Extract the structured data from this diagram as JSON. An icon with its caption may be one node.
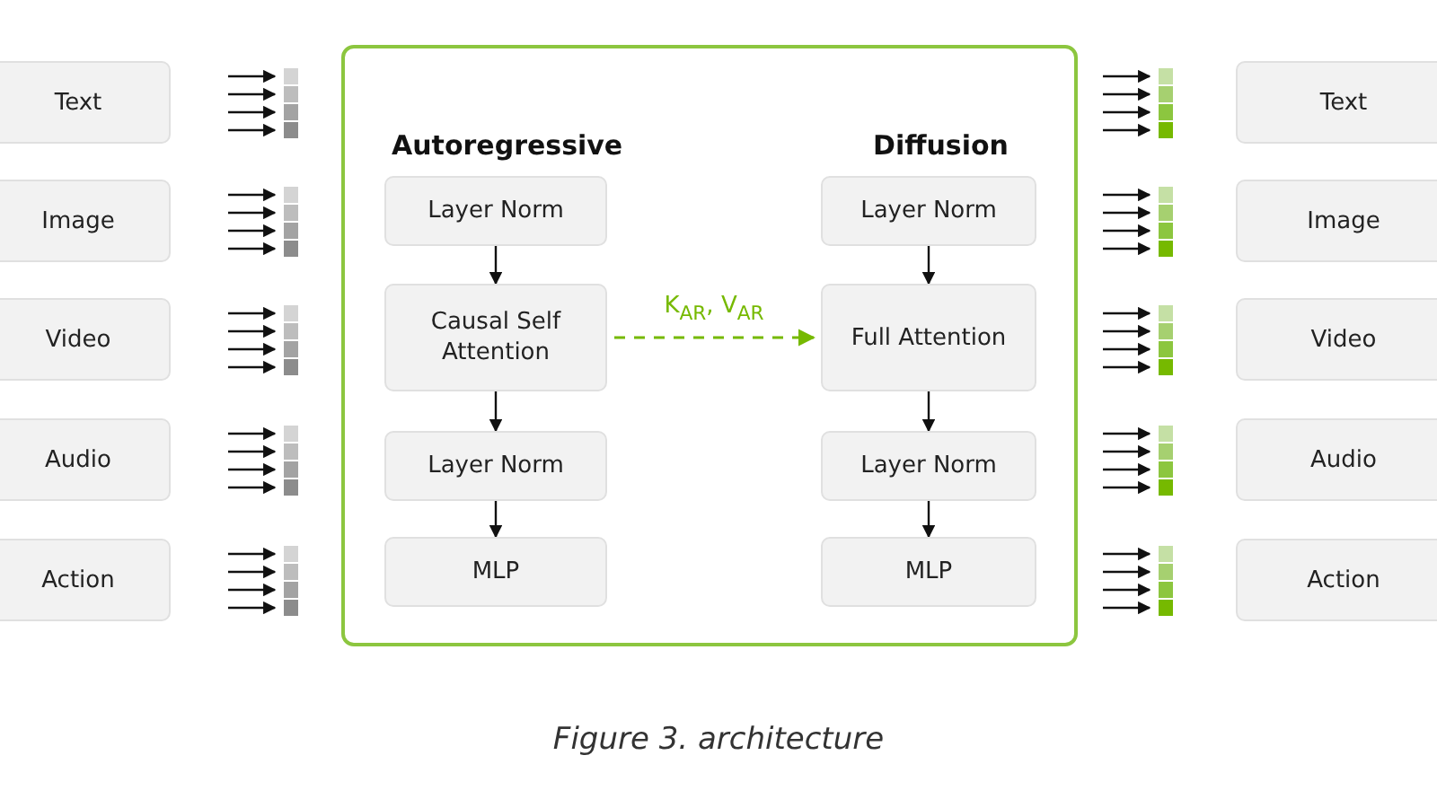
{
  "diagram": {
    "caption": "Figure 3. architecture",
    "nodes": [
      {
        "text": [
          "Text"
        ]
      },
      {
        "text": [
          "Image"
        ]
      },
      {
        "text": [
          "Video"
        ]
      },
      {
        "text": [
          "Audio"
        ]
      },
      {
        "text": [
          "Action"
        ]
      },
      {
        "text": [],
        "shape": "bar"
      },
      {
        "text": [],
        "shape": "bar"
      },
      {
        "text": [],
        "shape": "bar"
      },
      {
        "text": [],
        "shape": "bar"
      },
      {
        "text": [],
        "shape": "bar"
      },
      {
        "text": [],
        "shape": "box"
      },
      {
        "text": [
          "Layer Norm"
        ],
        "in": 10
      },
      {
        "text": [
          "Causal Self Attention"
        ],
        "in": 10
      },
      {
        "text": [
          "Layer Norm"
        ],
        "in": 10
      },
      {
        "text": [
          "MLP"
        ],
        "in": 10
      },
      {
        "text": [
          "Layer Norm"
        ],
        "in": 10
      },
      {
        "text": [
          "Full Attention"
        ],
        "in": 10
      },
      {
        "text": [
          "Layer Norm"
        ],
        "in": 10
      },
      {
        "text": [
          "MLP"
        ],
        "in": 10
      },
      {
        "text": [],
        "shape": "bar"
      },
      {
        "text": [],
        "shape": "bar"
      },
      {
        "text": [],
        "shape": "bar"
      },
      {
        "text": [],
        "shape": "bar"
      },
      {
        "text": [],
        "shape": "bar"
      },
      {
        "text": [
          "Text"
        ]
      },
      {
        "text": [
          "Image"
        ]
      },
      {
        "text": [
          "Video"
        ]
      },
      {
        "text": [
          "Audio"
        ]
      },
      {
        "text": [
          "Action"
        ]
      }
    ],
    "edges": [
      {
        "from": 11,
        "to": 12,
        "arrow": "to"
      },
      {
        "from": 12,
        "to": 13,
        "arrow": "to"
      },
      {
        "from": 13,
        "to": 14,
        "arrow": "to"
      },
      {
        "from": 15,
        "to": 16,
        "arrow": "to"
      },
      {
        "from": 16,
        "to": 17,
        "arrow": "to"
      },
      {
        "from": 17,
        "to": 18,
        "arrow": "to"
      },
      {
        "from": 12,
        "to": 16,
        "arrow": "to",
        "label": "K$_{AR}$, V$_{AR}$",
        "style": "dashed",
        "color": "#76b900"
      },
      {
        "from": null,
        "to": 5,
        "arrow": "to"
      },
      {
        "from": null,
        "to": 5,
        "arrow": "to"
      },
      {
        "from": null,
        "to": 5,
        "arrow": "to"
      },
      {
        "from": null,
        "to": 5,
        "arrow": "to"
      },
      {
        "from": null,
        "to": 6,
        "arrow": "to"
      },
      {
        "from": null,
        "to": 6,
        "arrow": "to"
      },
      {
        "from": null,
        "to": 6,
        "arrow": "to"
      },
      {
        "from": null,
        "to": 6,
        "arrow": "to"
      },
      {
        "from": null,
        "to": 7,
        "arrow": "to"
      },
      {
        "from": null,
        "to": 7,
        "arrow": "to"
      },
      {
        "from": null,
        "to": 7,
        "arrow": "to"
      },
      {
        "from": null,
        "to": 7,
        "arrow": "to"
      },
      {
        "from": null,
        "to": 8,
        "arrow": "to"
      },
      {
        "from": null,
        "to": 8,
        "arrow": "to"
      },
      {
        "from": null,
        "to": 8,
        "arrow": "to"
      },
      {
        "from": null,
        "to": 8,
        "arrow": "to"
      },
      {
        "from": null,
        "to": 9,
        "arrow": "to"
      },
      {
        "from": null,
        "to": 9,
        "arrow": "to"
      },
      {
        "from": null,
        "to": 9,
        "arrow": "to"
      },
      {
        "from": null,
        "to": 9,
        "arrow": "to"
      },
      {
        "from": null,
        "to": 19,
        "arrow": "to"
      },
      {
        "from": null,
        "to": 19,
        "arrow": "to"
      },
      {
        "from": null,
        "to": 19,
        "arrow": "to"
      },
      {
        "from": null,
        "to": 19,
        "arrow": "to"
      },
      {
        "from": null,
        "to": 20,
        "arrow": "to"
      },
      {
        "from": null,
        "to": 20,
        "arrow": "to"
      },
      {
        "from": null,
        "to": 20,
        "arrow": "to"
      },
      {
        "from": null,
        "to": 20,
        "arrow": "to"
      },
      {
        "from": null,
        "to": 21,
        "arrow": "to"
      },
      {
        "from": null,
        "to": 21,
        "arrow": "to"
      },
      {
        "from": null,
        "to": 21,
        "arrow": "to"
      },
      {
        "from": null,
        "to": 21,
        "arrow": "to"
      },
      {
        "from": null,
        "to": 22,
        "arrow": "to"
      },
      {
        "from": null,
        "to": 22,
        "arrow": "to"
      },
      {
        "from": null,
        "to": 22,
        "arrow": "to"
      },
      {
        "from": null,
        "to": 22,
        "arrow": "to"
      },
      {
        "from": null,
        "to": 23,
        "arrow": "to"
      },
      {
        "from": null,
        "to": 23,
        "arrow": "to"
      },
      {
        "from": null,
        "to": 23,
        "arrow": "to"
      },
      {
        "from": null,
        "to": 23,
        "arrow": "to"
      }
    ],
    "labels": [
      "Autoregressive",
      "Diffusion"
    ]
  }
}
